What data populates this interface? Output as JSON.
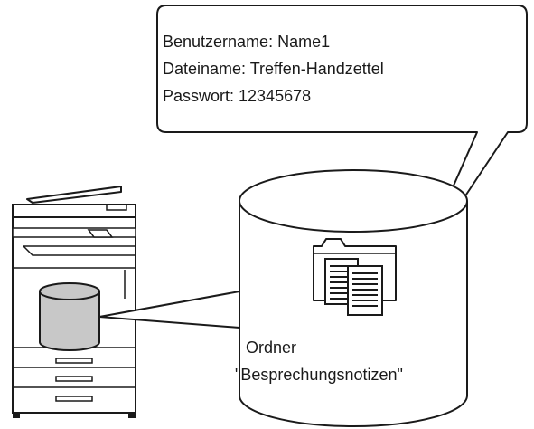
{
  "callout": {
    "line1": "Benutzername: Name1",
    "line2": "Dateiname: Treffen-Handzettel",
    "line3": "Passwort: 12345678"
  },
  "folder": {
    "label_line1": "Ordner",
    "label_line2": "\"Besprechungsnotizen\""
  },
  "colors": {
    "stroke": "#1a1a1a",
    "storage_fill": "#c8c8c8",
    "background": "#ffffff"
  },
  "icons": [
    "printer-icon",
    "storage-cylinder-icon",
    "folder-documents-icon"
  ]
}
